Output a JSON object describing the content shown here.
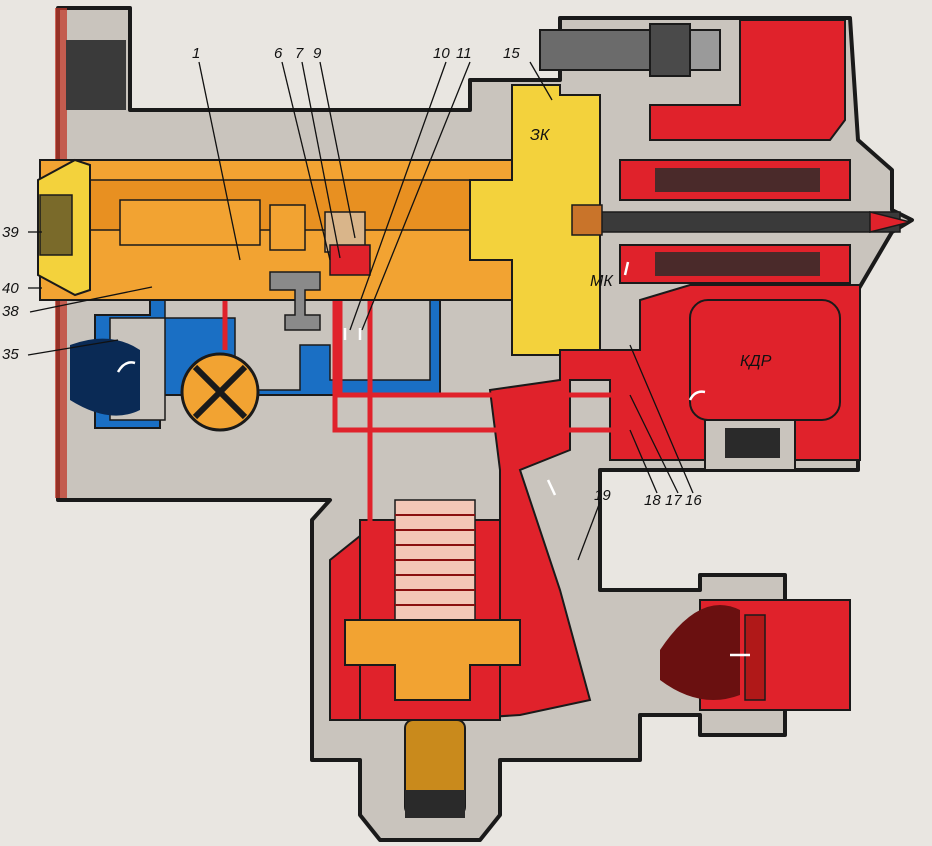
{
  "colors": {
    "housing": "#c9c4bd",
    "outline": "#1a1a1a",
    "red": "#e0222b",
    "orange": "#f2a332",
    "yellow": "#f3d23c",
    "blue": "#1a6fc4",
    "dark": "#3a3a3a",
    "background": "#e9e6e1"
  },
  "zones": {
    "zk": "ЗК",
    "mk": "МК",
    "kdr": "КДР"
  },
  "labels": {
    "n1": "1",
    "n6": "6",
    "n7": "7",
    "n9": "9",
    "n10": "10",
    "n11": "11",
    "n15": "15",
    "n16": "16",
    "n17": "17",
    "n18": "18",
    "n19": "19",
    "n35": "35",
    "n38": "38",
    "n39": "39",
    "n40": "40"
  }
}
